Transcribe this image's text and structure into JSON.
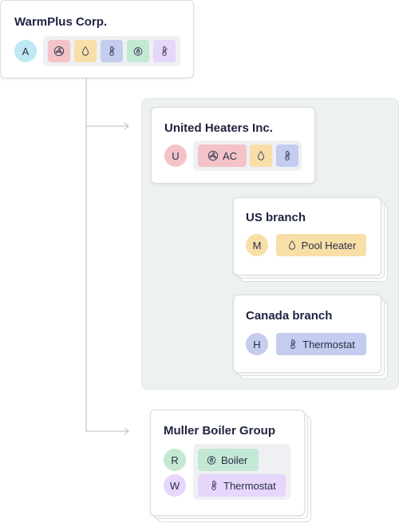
{
  "colors": {
    "red": "#f4c3c8",
    "yellow": "#f8dfa8",
    "blue": "#c4ccef",
    "green": "#c3e8d4",
    "purple": "#e6d6fb",
    "cyan": "#bfe8f4"
  },
  "root": {
    "title": "WarmPlus Corp.",
    "avatar": "A",
    "chips": [
      {
        "icon": "fan-icon",
        "color": "red"
      },
      {
        "icon": "droplet-icon",
        "color": "yellow"
      },
      {
        "icon": "thermometer-icon",
        "color": "blue"
      },
      {
        "icon": "flame-icon",
        "color": "green"
      },
      {
        "icon": "thermometer-icon",
        "color": "purple"
      }
    ]
  },
  "united": {
    "title": "United Heaters Inc.",
    "avatar": "U",
    "chips": [
      {
        "icon": "fan-icon",
        "label": "AC",
        "color": "red"
      },
      {
        "icon": "droplet-icon",
        "color": "yellow"
      },
      {
        "icon": "thermometer-icon",
        "color": "blue"
      }
    ]
  },
  "us_branch": {
    "title": "US branch",
    "avatar": "M",
    "chip": {
      "icon": "droplet-icon",
      "label": "Pool Heater",
      "color": "yellow"
    }
  },
  "canada_branch": {
    "title": "Canada branch",
    "avatar": "H",
    "chip": {
      "icon": "thermometer-icon",
      "label": "Thermostat",
      "color": "blue"
    }
  },
  "muller": {
    "title": "Muller Boiler Group",
    "avatars": [
      "R",
      "W"
    ],
    "chips": [
      {
        "icon": "flame-icon",
        "label": "Boiler",
        "color": "green"
      },
      {
        "icon": "thermometer-icon",
        "label": "Thermostat",
        "color": "purple"
      }
    ]
  }
}
